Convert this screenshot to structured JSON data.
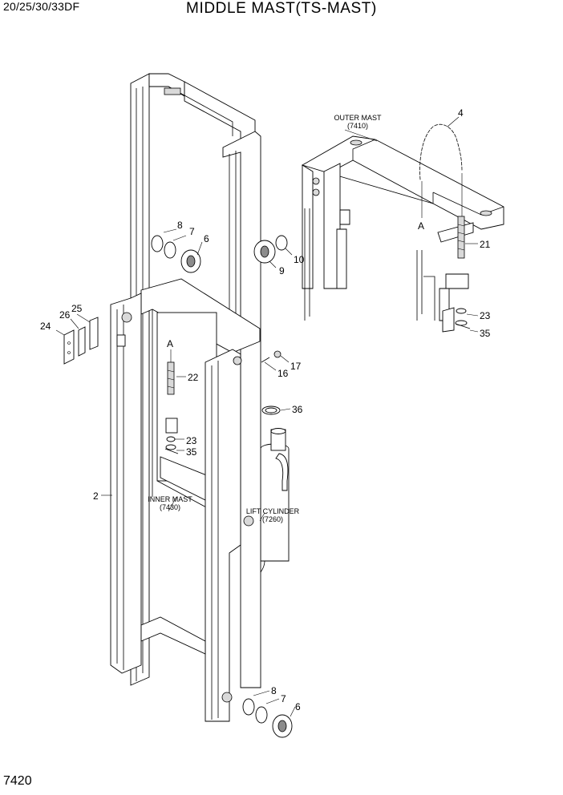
{
  "header": {
    "model": "20/25/30/33DF",
    "title": "MIDDLE MAST(TS-MAST)"
  },
  "footer": {
    "page_code": "7420"
  },
  "labels": {
    "outer_mast_name": "OUTER MAST",
    "outer_mast_code": "(7410)",
    "inner_mast_name": "INNER MAST",
    "inner_mast_code": "(7430)",
    "lift_cylinder_name": "LIFT CYLINDER",
    "lift_cylinder_code": "(7260)",
    "ref_a_outer": "A",
    "ref_a_inner": "A"
  },
  "callouts": {
    "c2": "2",
    "c4": "4",
    "c6_top": "6",
    "c7_top": "7",
    "c8_top": "8",
    "c9": "9",
    "c10": "10",
    "c16": "16",
    "c17": "17",
    "c21": "21",
    "c22": "22",
    "c23_right": "23",
    "c23_left": "23",
    "c24": "24",
    "c25": "25",
    "c26": "26",
    "c35_right": "35",
    "c35_left": "35",
    "c36": "36",
    "c6_bottom": "6",
    "c7_bottom": "7",
    "c8_bottom": "8"
  }
}
